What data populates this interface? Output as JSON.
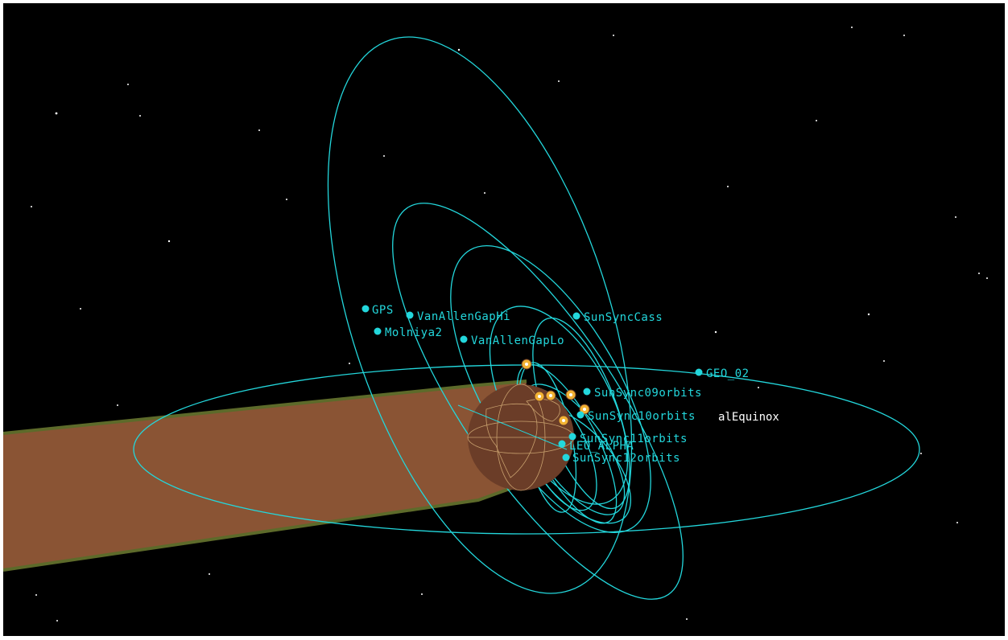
{
  "colors": {
    "background": "#000000",
    "orbit": "#23d7dc",
    "satellite": "#23d7dc",
    "earth": "#6b3d28",
    "earth_grid": "#d9b27a",
    "shadow": "#8a5434",
    "shadow_edge": "#5d6a2a",
    "marker": "#f2b233",
    "label_white": "#ffffff"
  },
  "satellites": [
    {
      "id": "gps",
      "label": "GPS"
    },
    {
      "id": "vanallengaphi",
      "label": "VanAllenGapHi"
    },
    {
      "id": "sunsynccass",
      "label": "SunSyncCass"
    },
    {
      "id": "molniya2",
      "label": "Molniya2"
    },
    {
      "id": "vanallengaplo",
      "label": "VanAllenGapLo"
    },
    {
      "id": "geo02",
      "label": "GEO_02"
    },
    {
      "id": "sunsync09",
      "label": "SunSync09orbits"
    },
    {
      "id": "sunsync10",
      "label": "SunSync10orbits"
    },
    {
      "id": "sunsync11",
      "label": "SunSync11orbits"
    },
    {
      "id": "leoalpha",
      "label": "LEO_ALPHA"
    },
    {
      "id": "sunsync12",
      "label": "SunSync12orbits"
    }
  ],
  "other_labels": {
    "equinox": "alEquinox"
  },
  "markers_count_label": ""
}
